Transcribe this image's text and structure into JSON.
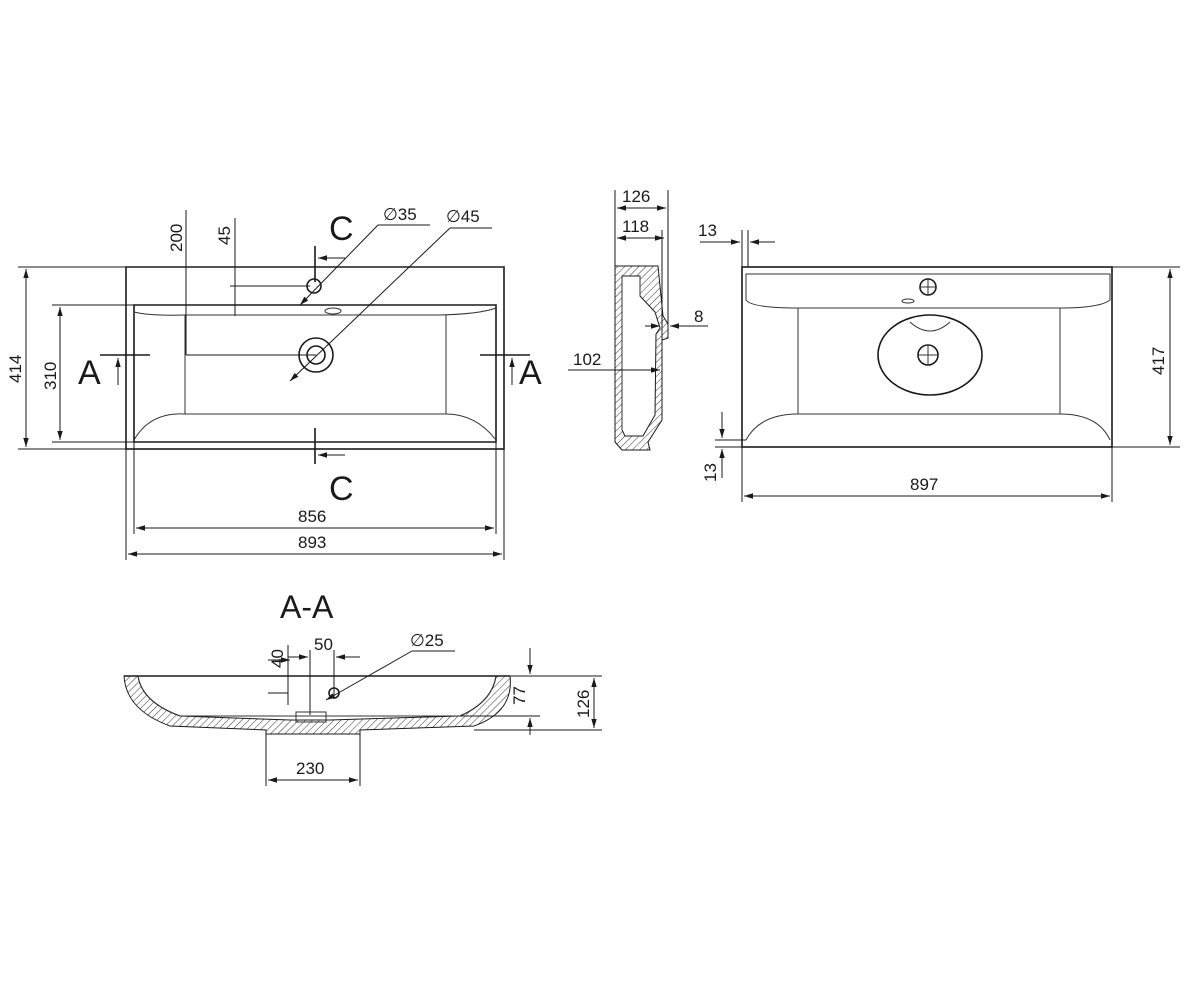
{
  "labels": {
    "section_a_left": "A",
    "section_a_right": "A",
    "section_c_top": "C",
    "section_c_bottom": "C",
    "section_title": "A-A"
  },
  "dimensions": {
    "top_view": {
      "d_200": "200",
      "d_45": "45",
      "d_dia35": "∅35",
      "d_dia45": "∅45",
      "d_414": "414",
      "d_310": "310",
      "d_856": "856",
      "d_893": "893"
    },
    "side_view": {
      "d_126": "126",
      "d_118": "118",
      "d_8": "8",
      "d_102": "102"
    },
    "front_view": {
      "d_13_top": "13",
      "d_13_bottom": "13",
      "d_417": "417",
      "d_897": "897"
    },
    "section_view": {
      "d_40": "40",
      "d_50": "50",
      "d_dia25": "∅25",
      "d_77": "77",
      "d_126": "126",
      "d_230": "230"
    }
  }
}
